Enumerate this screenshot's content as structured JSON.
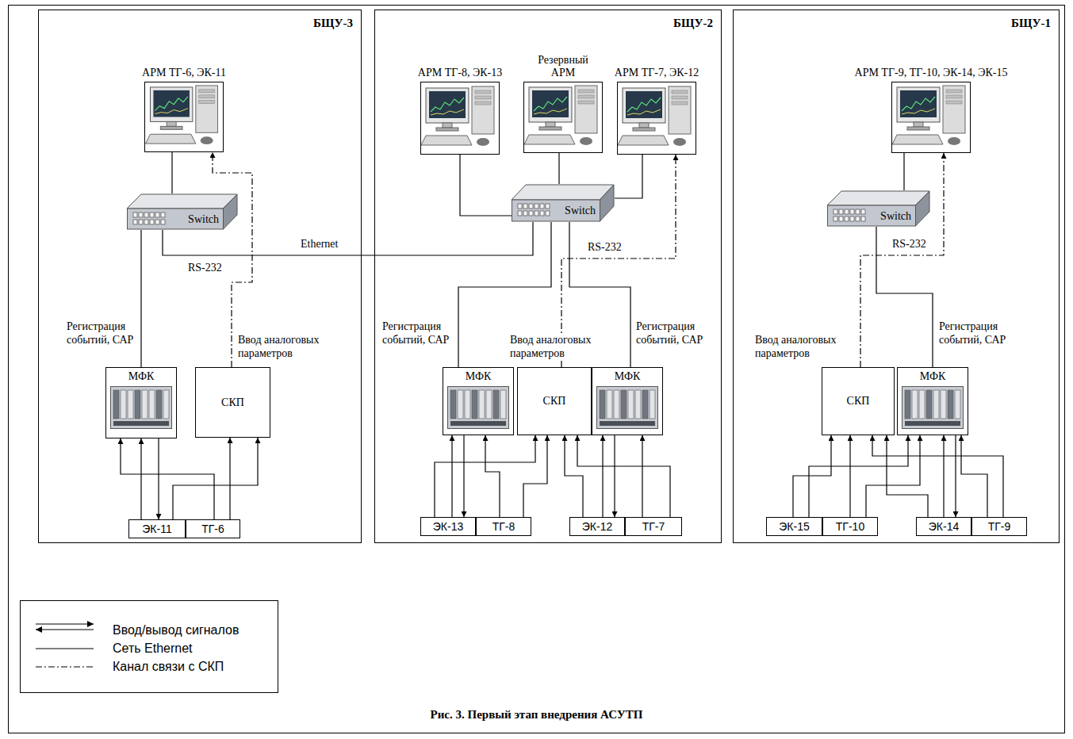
{
  "diagram": {
    "caption": "Рис. 3. Первый этап внедрения АСУТП",
    "nodes": [
      {
        "text": [
          "БЩУ-3"
        ]
      },
      {
        "text": [
          "АРМ ТГ-6, ЭК-11"
        ],
        "in": 0
      },
      {
        "text": [
          "Switch"
        ],
        "in": 0
      },
      {
        "text": [
          "МФК"
        ],
        "in": 0
      },
      {
        "text": [
          "СКП"
        ],
        "in": 0
      },
      {
        "text": [
          "ЭК-11"
        ],
        "in": 0
      },
      {
        "text": [
          "ТГ-6"
        ],
        "in": 0
      },
      {
        "text": [
          "БЩУ-2"
        ]
      },
      {
        "text": [
          "АРМ ТГ-8, ЭК-13"
        ],
        "in": 7
      },
      {
        "text": [
          "Резервный АРМ"
        ],
        "in": 7
      },
      {
        "text": [
          "АРМ ТГ-7, ЭК-12"
        ],
        "in": 7
      },
      {
        "text": [
          "Switch"
        ],
        "in": 7
      },
      {
        "text": [
          "МФК"
        ],
        "in": 7
      },
      {
        "text": [
          "СКП"
        ],
        "in": 7
      },
      {
        "text": [
          "МФК"
        ],
        "in": 7
      },
      {
        "text": [
          "ЭК-13"
        ],
        "in": 7
      },
      {
        "text": [
          "ТГ-8"
        ],
        "in": 7
      },
      {
        "text": [
          "ЭК-12"
        ],
        "in": 7
      },
      {
        "text": [
          "ТГ-7"
        ],
        "in": 7
      },
      {
        "text": [
          "БЩУ-1"
        ]
      },
      {
        "text": [
          "АРМ ТГ-9, ТГ-10, ЭК-14, ЭК-15"
        ],
        "in": 19
      },
      {
        "text": [
          "Switch"
        ],
        "in": 19
      },
      {
        "text": [
          "СКП"
        ],
        "in": 19
      },
      {
        "text": [
          "МФК"
        ],
        "in": 19
      },
      {
        "text": [
          "ЭК-15"
        ],
        "in": 19
      },
      {
        "text": [
          "ТГ-10"
        ],
        "in": 19
      },
      {
        "text": [
          "ЭК-14"
        ],
        "in": 19
      },
      {
        "text": [
          "ТГ-9"
        ],
        "in": 19
      }
    ],
    "edges": [
      {
        "from": 1,
        "to": 2,
        "arrow": "none"
      },
      {
        "from": 2,
        "to": 3,
        "arrow": "none"
      },
      {
        "from": 2,
        "to": 11,
        "arrow": "none",
        "label": "Ethernet"
      },
      {
        "from": 4,
        "to": 1,
        "arrow": "to",
        "label": "RS-232"
      },
      {
        "from": 5,
        "to": 3,
        "arrow": "to"
      },
      {
        "from": 3,
        "to": 5,
        "arrow": "to"
      },
      {
        "from": 6,
        "to": 3,
        "arrow": "to"
      },
      {
        "from": 5,
        "to": 4,
        "arrow": "to"
      },
      {
        "from": 6,
        "to": 4,
        "arrow": "to"
      },
      {
        "from": 8,
        "to": 11,
        "arrow": "none"
      },
      {
        "from": 9,
        "to": 11,
        "arrow": "none"
      },
      {
        "from": 10,
        "to": 11,
        "arrow": "none"
      },
      {
        "from": 13,
        "to": 10,
        "arrow": "to",
        "label": "RS-232"
      },
      {
        "from": 11,
        "to": 12,
        "arrow": "none"
      },
      {
        "from": 11,
        "to": 14,
        "arrow": "none"
      },
      {
        "from": 15,
        "to": 12,
        "arrow": "to"
      },
      {
        "from": 12,
        "to": 15,
        "arrow": "to"
      },
      {
        "from": 16,
        "to": 12,
        "arrow": "to"
      },
      {
        "from": 15,
        "to": 13,
        "arrow": "to"
      },
      {
        "from": 16,
        "to": 13,
        "arrow": "to"
      },
      {
        "from": 17,
        "to": 13,
        "arrow": "to"
      },
      {
        "from": 18,
        "to": 13,
        "arrow": "to"
      },
      {
        "from": 17,
        "to": 14,
        "arrow": "to"
      },
      {
        "from": 14,
        "to": 17,
        "arrow": "to"
      },
      {
        "from": 18,
        "to": 14,
        "arrow": "to"
      },
      {
        "from": 20,
        "to": 21,
        "arrow": "none"
      },
      {
        "from": 22,
        "to": 20,
        "arrow": "to",
        "label": "RS-232"
      },
      {
        "from": 21,
        "to": 23,
        "arrow": "none"
      },
      {
        "from": 24,
        "to": 22,
        "arrow": "to"
      },
      {
        "from": 25,
        "to": 22,
        "arrow": "to"
      },
      {
        "from": 24,
        "to": 23,
        "arrow": "to"
      },
      {
        "from": 25,
        "to": 23,
        "arrow": "to"
      },
      {
        "from": 26,
        "to": 22,
        "arrow": "to"
      },
      {
        "from": 27,
        "to": 22,
        "arrow": "to"
      },
      {
        "from": 26,
        "to": 23,
        "arrow": "to"
      },
      {
        "from": 23,
        "to": 26,
        "arrow": "to"
      },
      {
        "from": 27,
        "to": 23,
        "arrow": "to"
      }
    ],
    "labels": [
      "Регистрация событий, САР",
      "Ввод аналоговых параметров",
      "Регистрация событий, САР",
      "Ввод аналоговых параметров",
      "Регистрация событий, САР",
      "Ввод аналоговых параметров",
      "Регистрация событий, САР"
    ],
    "legend": [
      {
        "text": "Ввод/вывод сигналов"
      },
      {
        "text": "Сеть Ethernet"
      },
      {
        "text": "Канал связи с СКП"
      }
    ]
  }
}
